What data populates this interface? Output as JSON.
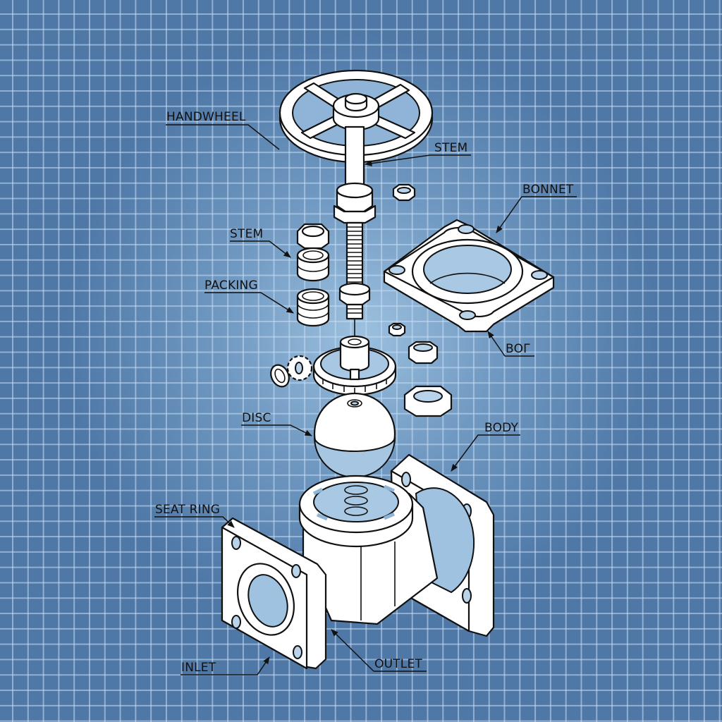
{
  "diagram": {
    "type": "exploded-view",
    "subject": "globe valve assembly",
    "background": {
      "style": "blueprint grid",
      "base_color": "#4f78a7",
      "center_color": "#aacde8",
      "grid_color": "#c8def5"
    },
    "line_color": "#111111",
    "part_fill": "#ffffff",
    "accent_fill": "#9fc2e0"
  },
  "labels": {
    "handwheel": "HANDWHEEL",
    "stem_top": "STEM",
    "bonnet": "BONNET",
    "stem_left": "STEM",
    "packing": "PACKING",
    "bolt": "BOΓ",
    "disc": "DISC",
    "body": "BODY",
    "seat_ring": "SEAT RING",
    "inlet": "INLET",
    "outlet": "OUTLET"
  }
}
